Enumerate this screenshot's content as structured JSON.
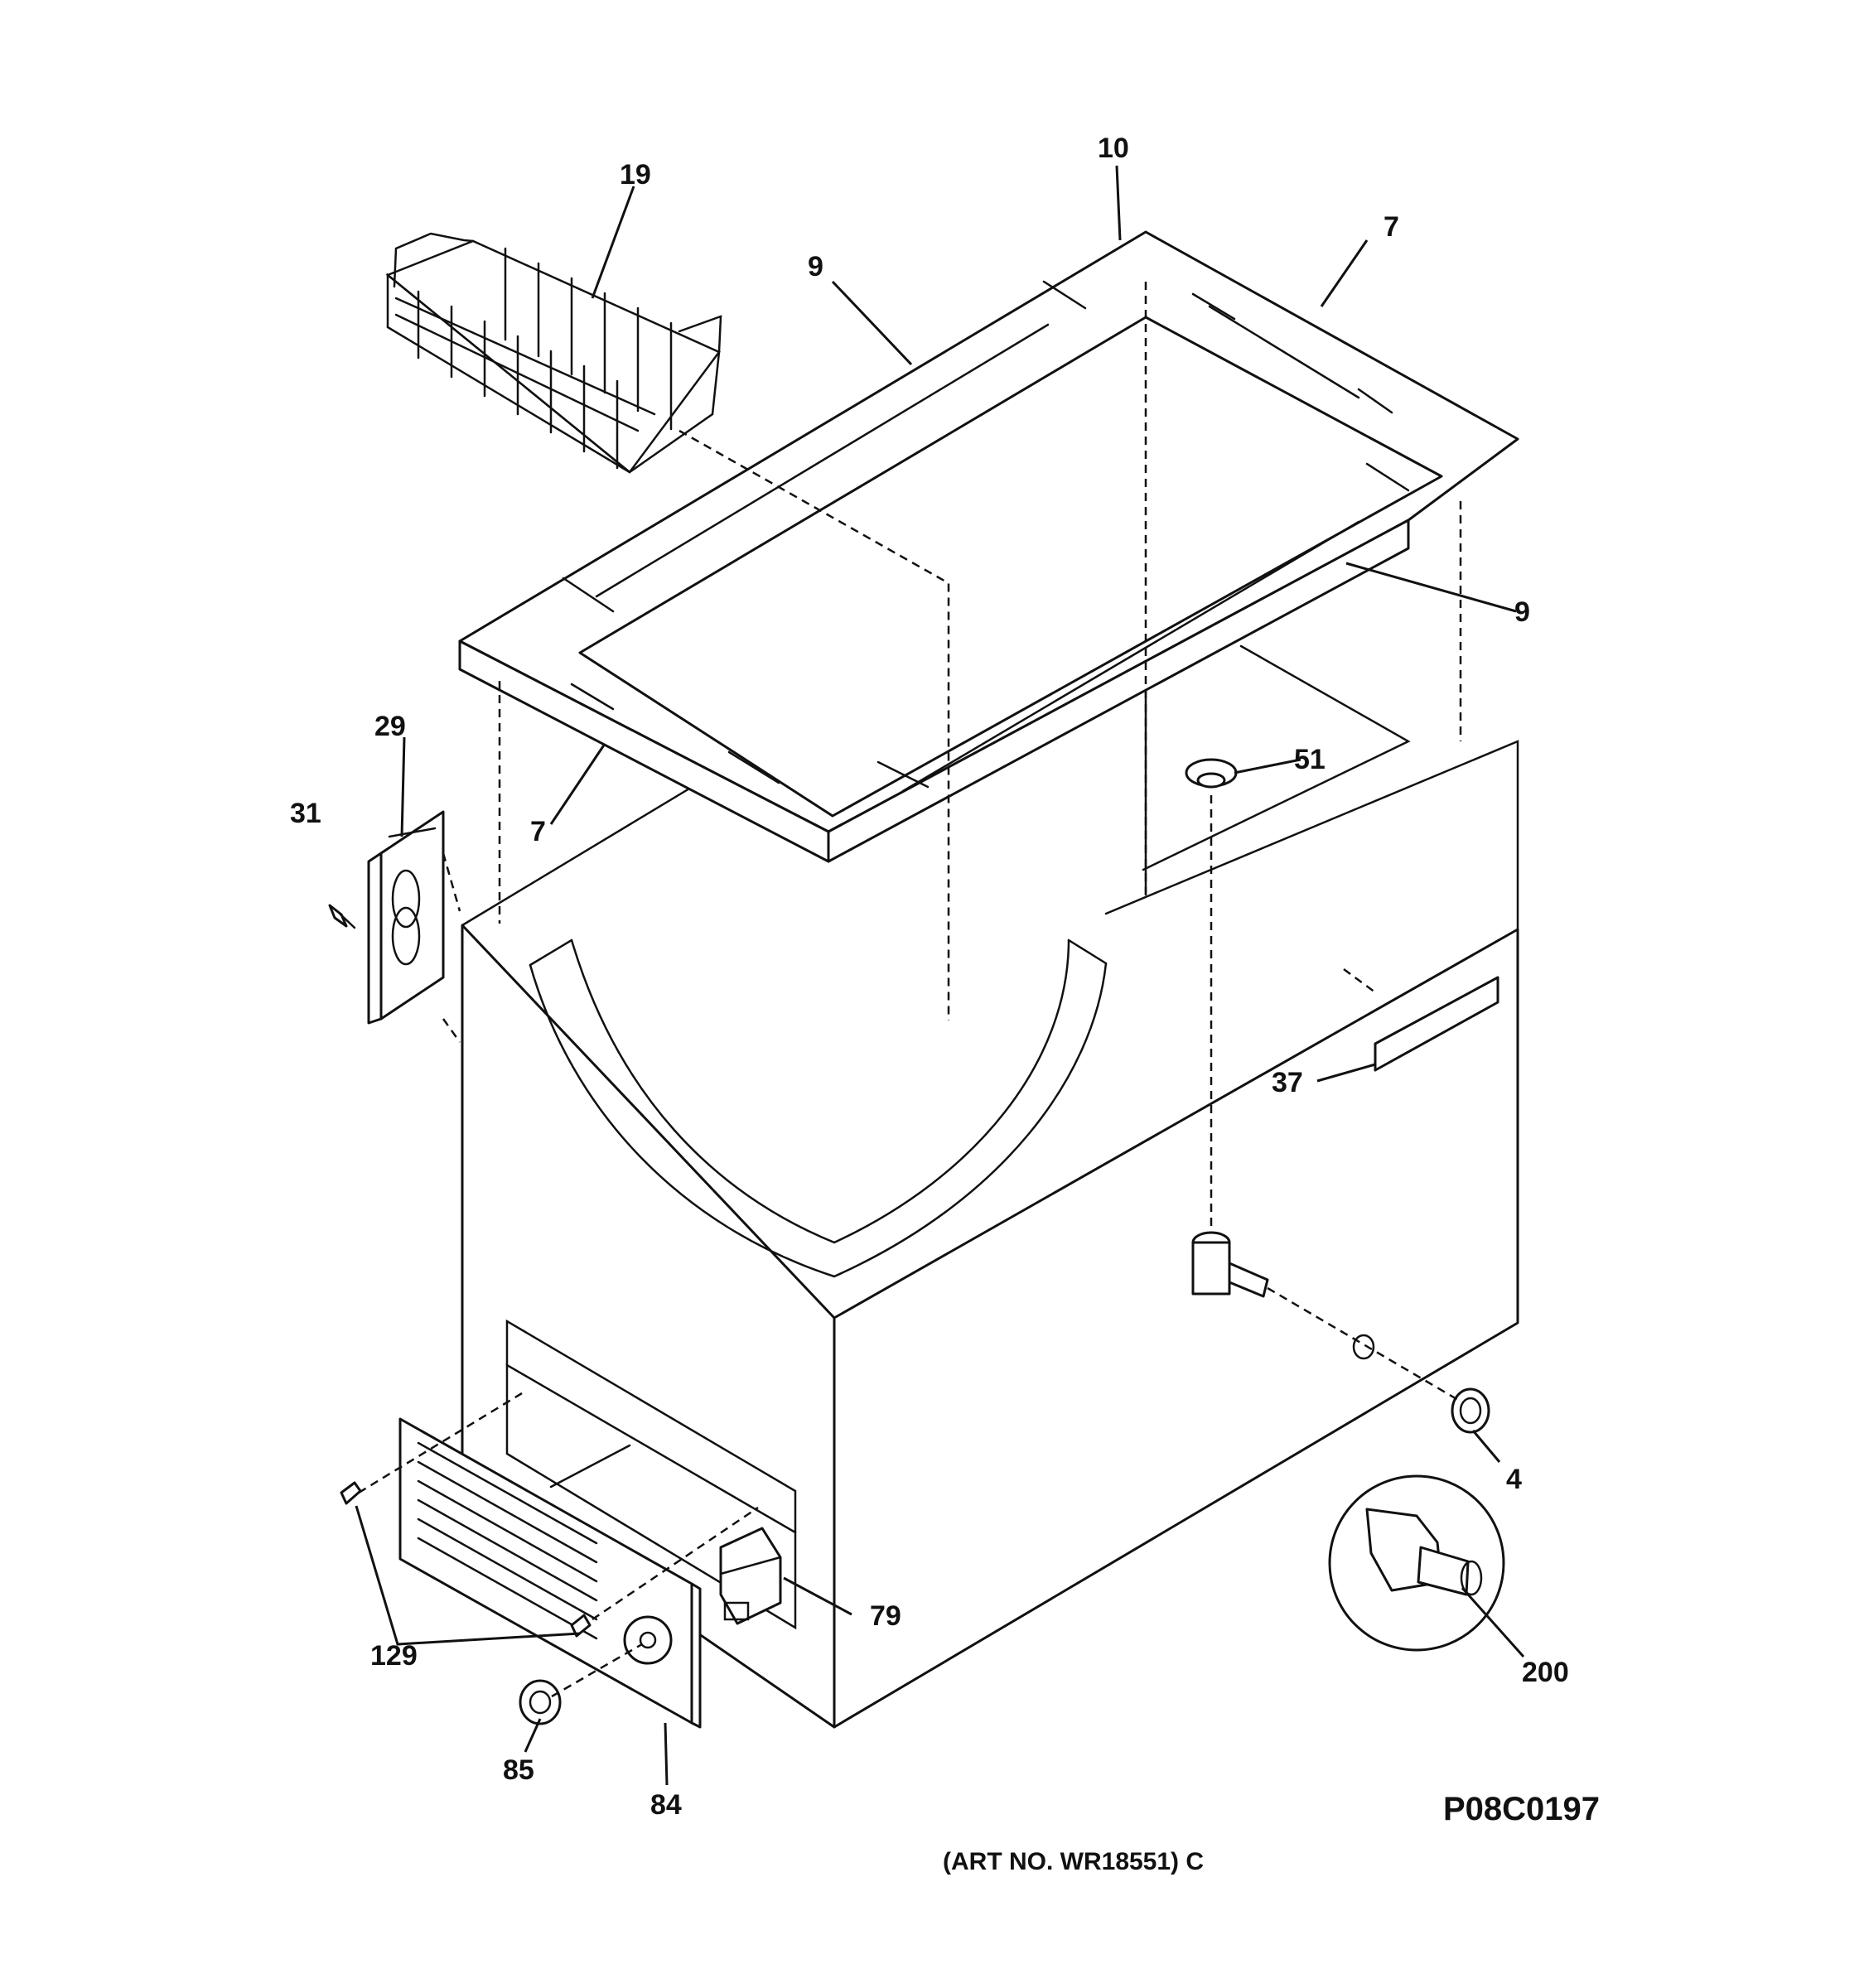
{
  "callouts": [
    {
      "id": "19",
      "text": "19"
    },
    {
      "id": "10",
      "text": "10"
    },
    {
      "id": "9a",
      "text": "9"
    },
    {
      "id": "7a",
      "text": "7"
    },
    {
      "id": "9b",
      "text": "9"
    },
    {
      "id": "29",
      "text": "29"
    },
    {
      "id": "51",
      "text": "51"
    },
    {
      "id": "31",
      "text": "31"
    },
    {
      "id": "7b",
      "text": "7"
    },
    {
      "id": "37",
      "text": "37"
    },
    {
      "id": "4",
      "text": "4"
    },
    {
      "id": "79",
      "text": "79"
    },
    {
      "id": "200",
      "text": "200"
    },
    {
      "id": "129",
      "text": "129"
    },
    {
      "id": "85",
      "text": "85"
    },
    {
      "id": "84",
      "text": "84"
    }
  ],
  "diagram_code": "P08C0197",
  "art_number": "(ART NO. WR18551) C"
}
